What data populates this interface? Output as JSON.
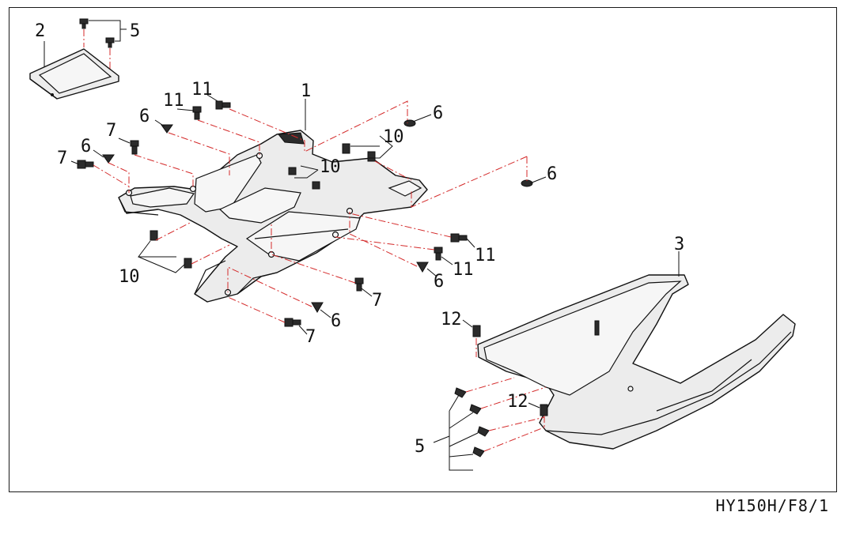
{
  "drawing_code": "HY150H/F8/1",
  "leader_color": "#d42a2a",
  "callouts": {
    "c1": "1",
    "c2": "2",
    "c3": "3",
    "c5a": "5",
    "c5b": "5",
    "c6a": "6",
    "c6b": "6",
    "c6c": "6",
    "c6d": "6",
    "c6e": "6",
    "c6f": "6",
    "c7a": "7",
    "c7b": "7",
    "c7c": "7",
    "c7d": "7",
    "c10a": "10",
    "c10b": "10",
    "c10c": "10",
    "c11a": "11",
    "c11b": "11",
    "c11c": "11",
    "c11d": "11",
    "c12a": "12",
    "c12b": "12"
  }
}
